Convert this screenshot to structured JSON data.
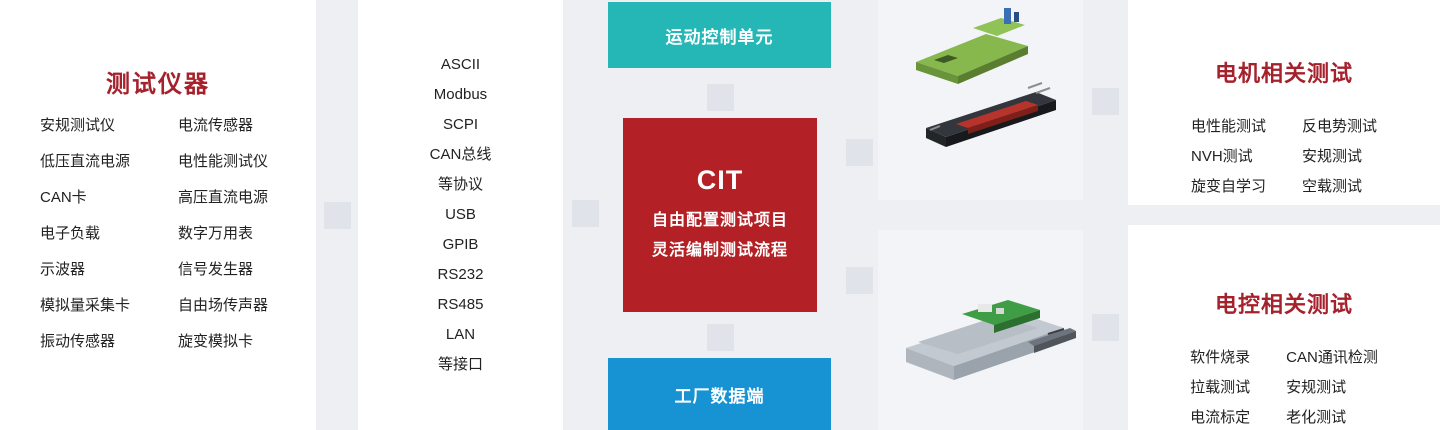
{
  "instruments": {
    "title": "测试仪器",
    "col1": [
      "安规测试仪",
      "低压直流电源",
      "CAN卡",
      "电子负载",
      "示波器",
      "模拟量采集卡",
      "振动传感器"
    ],
    "col2": [
      "电流传感器",
      "电性能测试仪",
      "高压直流电源",
      "数字万用表",
      "信号发生器",
      "自由场传声器",
      "旋变模拟卡"
    ]
  },
  "protocols": {
    "items": [
      "ASCII",
      "Modbus",
      "SCPI",
      "CAN总线",
      "等协议",
      "USB",
      "GPIB",
      "RS232",
      "RS485",
      "LAN",
      "等接口"
    ]
  },
  "center": {
    "motion_box": "运动控制单元",
    "cit_title": "CIT",
    "cit_line1": "自由配置测试项目",
    "cit_line2": "灵活编制测试流程",
    "factory_box": "工厂数据端"
  },
  "motor_tests": {
    "title": "电机相关测试",
    "col1": [
      "电性能测试",
      "NVH测试",
      "旋变自学习"
    ],
    "col2": [
      "反电势测试",
      "安规测试",
      "空载测试"
    ]
  },
  "controller_tests": {
    "title": "电控相关测试",
    "col1": [
      "软件烧录",
      "拉载测试",
      "电流标定"
    ],
    "col2": [
      "CAN通讯检测",
      "安规测试",
      "老化测试"
    ]
  },
  "colors": {
    "title_red": "#a5212c",
    "cit_box_red": "#b32025",
    "motion_box_teal": "#25b7b6",
    "factory_box_blue": "#1793d3",
    "connector_gray": "#e0e4ea",
    "page_bg": "#edeff3",
    "panel_bg": "#ffffff",
    "image_panel_bg": "#f2f4f7",
    "body_text": "#222222"
  }
}
